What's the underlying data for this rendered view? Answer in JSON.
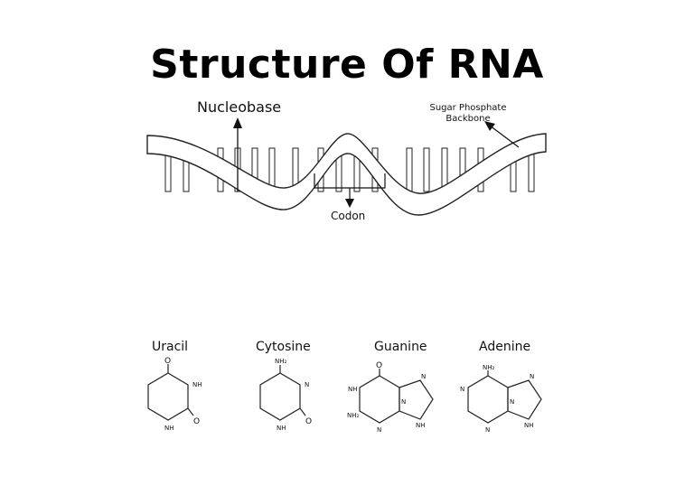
{
  "title": "Structure Of RNA",
  "labels": {
    "nucleobase": "Nucleobase",
    "sugar_line1": "Sugar Phosphate",
    "sugar_line2": "Backbone",
    "codon": "Codon"
  },
  "molecules": {
    "uracil": {
      "name": "Uracil",
      "atoms": [
        "O",
        "NH",
        "O",
        "NH"
      ]
    },
    "cytosine": {
      "name": "Cytosine",
      "atoms": [
        "NH₂",
        "N",
        "O",
        "NH"
      ]
    },
    "guanine": {
      "name": "Guanine",
      "atoms": [
        "O",
        "NH",
        "NH₂",
        "N",
        "N",
        "NH",
        "N"
      ]
    },
    "adenine": {
      "name": "Adenine",
      "atoms": [
        "NH₂",
        "N",
        "N",
        "N",
        "N",
        "NH"
      ]
    }
  }
}
